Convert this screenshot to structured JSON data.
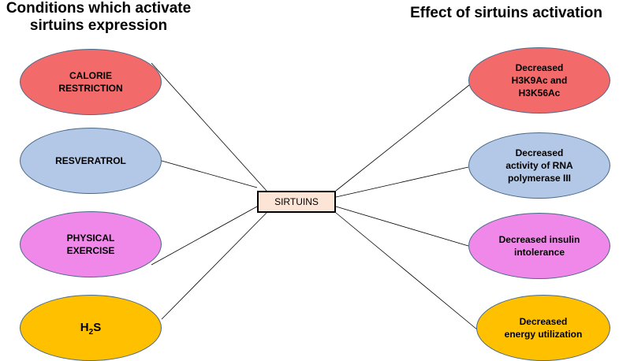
{
  "headings": {
    "left": [
      "Conditions which activate",
      "sirtuins expression"
    ],
    "right": [
      "Effect of sirtuins activation"
    ]
  },
  "hub": {
    "label": "SIRTUINS"
  },
  "conditions": [
    {
      "lines": [
        "CALORIE",
        "RESTRICTION"
      ],
      "color": "#f36a6a"
    },
    {
      "lines": [
        "RESVERATROL"
      ],
      "color": "#b3c7e6"
    },
    {
      "lines": [
        "PHYSICAL",
        "EXERCISE"
      ],
      "color": "#ef88e8"
    },
    {
      "formula": {
        "base": "H",
        "sub": "2",
        "tail": "S"
      },
      "color": "#ffc000"
    }
  ],
  "effects": [
    {
      "lines": [
        "Decreased",
        "H3K9Ac and",
        "H3K56Ac"
      ],
      "color": "#f36a6a"
    },
    {
      "lines": [
        "Decreased",
        "activity of RNA",
        "polymerase III"
      ],
      "color": "#b3c7e6"
    },
    {
      "lines": [
        "Decreased insulin",
        "intolerance"
      ],
      "color": "#ef88e8"
    },
    {
      "lines": [
        "Decreased",
        "energy utilization"
      ],
      "color": "#ffc000"
    }
  ],
  "colors": {
    "connector": "#000000",
    "hub_fill": "#fce4d6"
  }
}
